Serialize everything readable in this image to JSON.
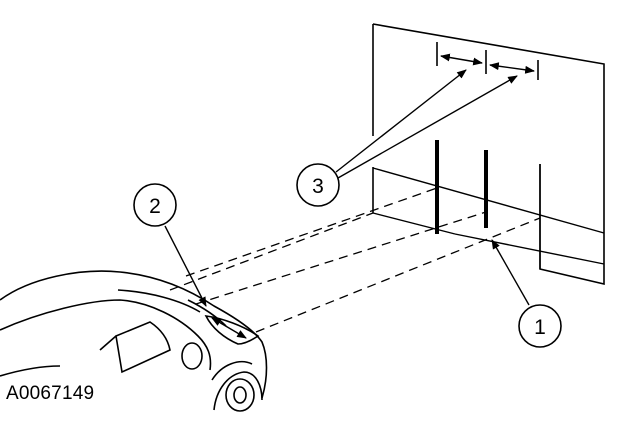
{
  "figure": {
    "id": "A0067149"
  },
  "callouts": [
    {
      "number": "1",
      "target": "headlamp-beam-line-on-screen"
    },
    {
      "number": "2",
      "target": "headlamp-center-spacing"
    },
    {
      "number": "3",
      "target": "beam-spacing-on-screen"
    }
  ],
  "colors": {
    "line": "#000000",
    "background": "#ffffff"
  }
}
